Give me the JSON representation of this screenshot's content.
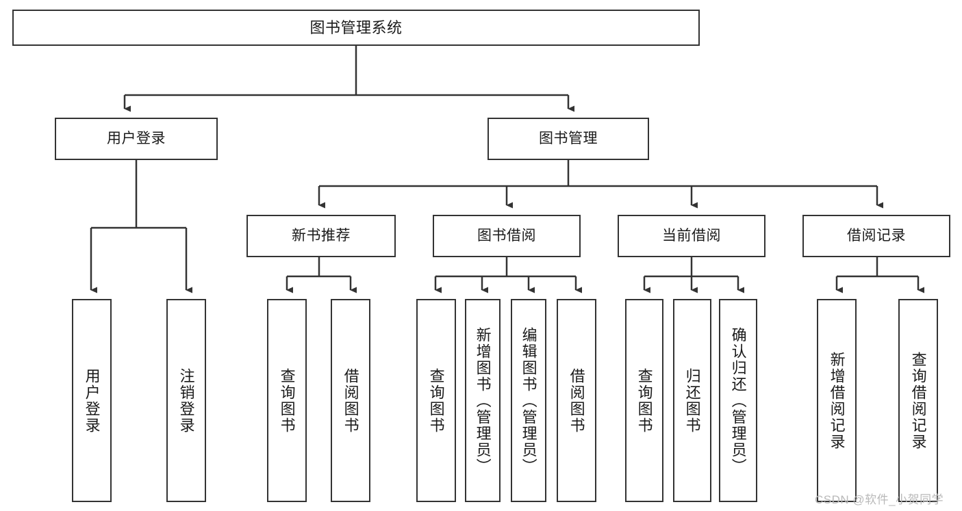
{
  "diagram": {
    "title": "图书管理系统",
    "type": "tree",
    "watermark": "CSDN @软件_小贺同学",
    "colors": {
      "node_border": "#333333",
      "node_fill": "#ffffff",
      "edge": "#333333",
      "text": "#1a1a1a",
      "watermark": "#b9b9b9",
      "background": "#ffffff"
    },
    "nodes": {
      "root": {
        "label": "图书管理系统"
      },
      "level1": [
        {
          "id": "user-login",
          "label": "用户登录"
        },
        {
          "id": "book-management",
          "label": "图书管理"
        }
      ],
      "level2": [
        {
          "id": "new-book-recommend",
          "label": "新书推荐"
        },
        {
          "id": "book-borrow",
          "label": "图书借阅"
        },
        {
          "id": "current-borrow",
          "label": "当前借阅"
        },
        {
          "id": "borrow-record",
          "label": "借阅记录"
        }
      ],
      "leaves": {
        "user_login": [
          {
            "id": "leaf-user-login",
            "label": "用户登录"
          },
          {
            "id": "leaf-logout-login",
            "label": "注销登录"
          }
        ],
        "new_book_recommend": [
          {
            "id": "leaf-query-book-1",
            "label": "查询图书"
          },
          {
            "id": "leaf-borrow-book-1",
            "label": "借阅图书"
          }
        ],
        "book_borrow": [
          {
            "id": "leaf-query-book-2",
            "label": "查询图书"
          },
          {
            "id": "leaf-add-book",
            "label": "新增图书（管理员）"
          },
          {
            "id": "leaf-edit-book",
            "label": "编辑图书（管理员）"
          },
          {
            "id": "leaf-borrow-book-2",
            "label": "借阅图书"
          }
        ],
        "current_borrow": [
          {
            "id": "leaf-query-book-3",
            "label": "查询图书"
          },
          {
            "id": "leaf-return-book",
            "label": "归还图书"
          },
          {
            "id": "leaf-confirm-return",
            "label": "确认归还（管理员）"
          }
        ],
        "borrow_record": [
          {
            "id": "leaf-add-record",
            "label": "新增借阅记录"
          },
          {
            "id": "leaf-query-record",
            "label": "查询借阅记录"
          }
        ]
      }
    }
  }
}
